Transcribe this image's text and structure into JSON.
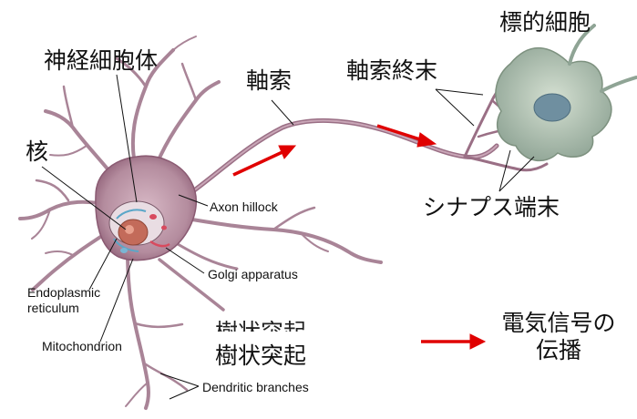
{
  "labels": {
    "target_cell": "標的細胞",
    "cell_body": "神経細胞体",
    "axon": "軸索",
    "axon_terminal": "軸索終末",
    "nucleus": "核",
    "axon_hillock": "Axon hillock",
    "synaptic_terminal": "シナプス端末",
    "golgi": "Golgi apparatus",
    "er_line1": "Endoplasmic",
    "er_line2": "reticulum",
    "mitochondrion": "Mitochondrion",
    "dendrite": "樹状突起",
    "dendritic_branches": "Dendritic branches",
    "legend_line1": "電気信号の",
    "legend_line2": "伝播"
  },
  "colors": {
    "neuron": "#b48c9e",
    "neuron_dark": "#8a5a72",
    "target": "#a9b9ab",
    "target_nucleus": "#6f8fa0",
    "arrow": "#e00000",
    "leader": "#111111"
  }
}
